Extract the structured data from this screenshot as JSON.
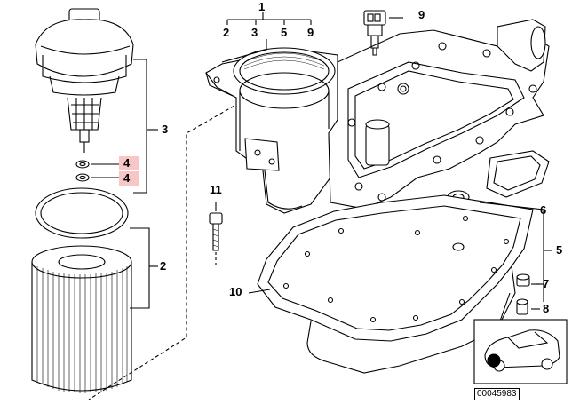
{
  "callouts": {
    "c1": "1",
    "c1_2": "2",
    "c1_3": "3",
    "c1_5": "5",
    "c1_9": "9",
    "c9": "9",
    "c3": "3",
    "c4a": "4",
    "c4b": "4",
    "c2": "2",
    "c11": "11",
    "c6": "6",
    "c5": "5",
    "c7": "7",
    "c8": "8",
    "c10": "10"
  },
  "inset": {
    "code": "00045983"
  },
  "colors": {
    "line": "#000000",
    "highlight": "#f7c7c7",
    "fill": "#ffffff",
    "shade": "#d8d8d8"
  }
}
